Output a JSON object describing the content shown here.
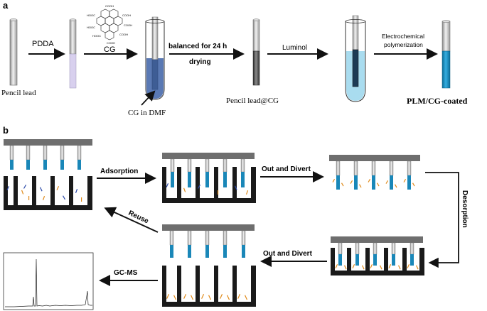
{
  "panel_a": {
    "label": "a",
    "chem_labels": [
      "COOH",
      "COOH",
      "HOOC",
      "COOH",
      "HOOC",
      "COOH",
      "HOOC",
      "COOH"
    ],
    "steps": {
      "pddda": "PDDA",
      "cg": "CG",
      "balanced": "balanced for 24 h",
      "drying": "drying",
      "luminol": "Luminol",
      "electro_line1": "Electrochemical",
      "electro_line2": "polymerization"
    },
    "captions": {
      "pencil_lead": "Pencil lead",
      "cg_in_dmf": "CG in DMF",
      "pencil_lead_cg": "Pencil lead@CG",
      "plm_cg": "PLM/CG-coated"
    }
  },
  "panel_b": {
    "label": "b",
    "steps": {
      "adsorption": "Adsorption",
      "out_divert_1": "Out and Divert",
      "desorption": "Desorption",
      "out_divert_2": "Out and Divert",
      "reuse": "Reuse",
      "gcms": "GC-MS"
    }
  }
}
